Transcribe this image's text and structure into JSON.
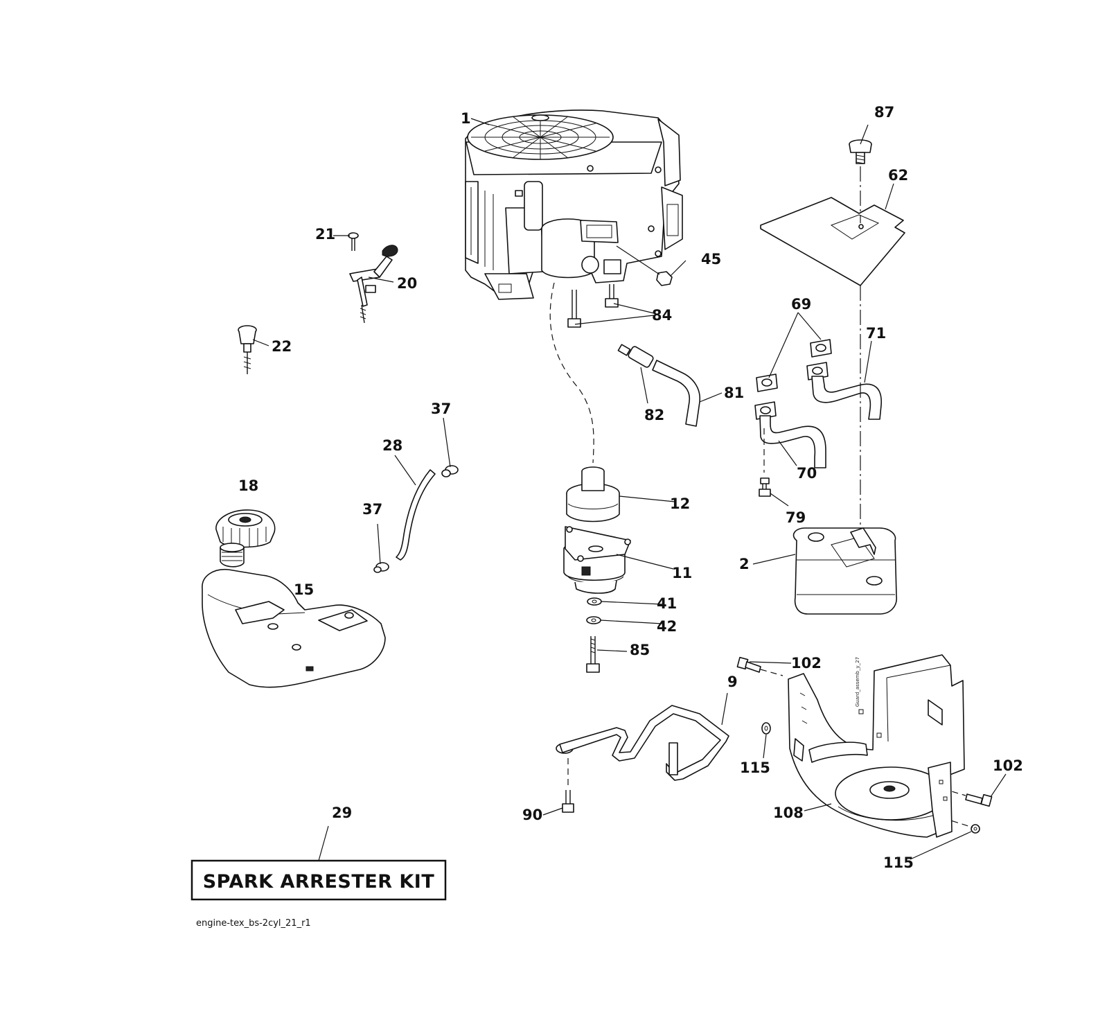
{
  "labels": {
    "p1": "1",
    "p2": "2",
    "p9": "9",
    "p11": "11",
    "p12": "12",
    "p15": "15",
    "p18": "18",
    "p20": "20",
    "p21": "21",
    "p22": "22",
    "p28": "28",
    "p29": "29",
    "p37a": "37",
    "p37b": "37",
    "p41": "41",
    "p42": "42",
    "p45": "45",
    "p62": "62",
    "p69": "69",
    "p70": "70",
    "p71": "71",
    "p79": "79",
    "p81": "81",
    "p82": "82",
    "p84": "84",
    "p85": "85",
    "p87": "87",
    "p90": "90",
    "p102a": "102",
    "p102b": "102",
    "p108": "108",
    "p115a": "115",
    "p115b": "115"
  },
  "kit_box_text": "SPARK ARRESTER KIT",
  "file_id": "engine-tex_bs-2cyl_21_r1",
  "guard_stamp": "Guard_assemb_y_27"
}
